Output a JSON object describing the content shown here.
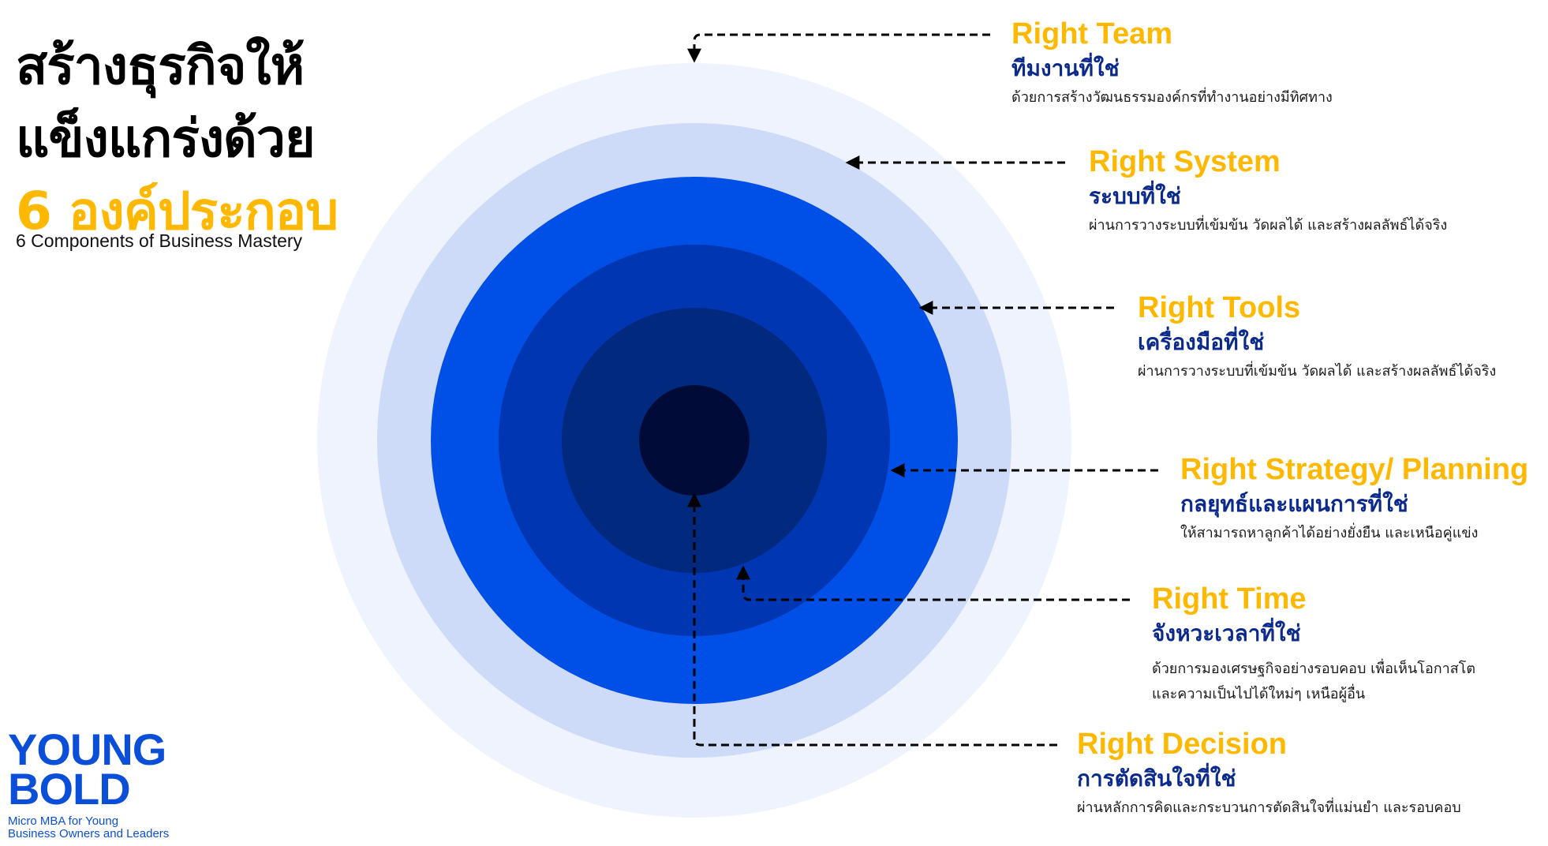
{
  "title": {
    "line1": "สร้างธุรกิจให้",
    "line2": "แข็งแกร่งด้วย",
    "line3": "6 องค์ประกอบ"
  },
  "subtitle": "6 Components of Business Mastery",
  "colors": {
    "title": "#000000",
    "accent": "#FFB800",
    "thai_heading": "#0B2A8C",
    "ring1": "#EEF3FD",
    "ring2": "#CDDBF9",
    "ring3": "#004FE6",
    "ring4": "#0036B2",
    "ring5": "#01297E",
    "core": "#010B38",
    "logo": "#0B4FD9"
  },
  "items": [
    {
      "en": "Right Team",
      "th": "ทีมงานที่ใช่",
      "desc": "ด้วยการสร้างวัฒนธรรมองค์กรที่ทำงานอย่างมีทิศทาง"
    },
    {
      "en": "Right System",
      "th": "ระบบที่ใช่",
      "desc": "ผ่านการวางระบบที่เข้มข้น วัดผลได้ และสร้างผลลัพธ์ได้จริง"
    },
    {
      "en": "Right Tools",
      "th": "เครื่องมือที่ใช่",
      "desc": "ผ่านการวางระบบที่เข้มข้น วัดผลได้ และสร้างผลลัพธ์ได้จริง"
    },
    {
      "en": "Right Strategy/ Planning",
      "th": "กลยุทธ์และแผนการที่ใช่",
      "desc": "ให้สามารถหาลูกค้าได้อย่างยั่งยืน และเหนือคู่แข่ง"
    },
    {
      "en": "Right Time",
      "th": "จังหวะเวลาที่ใช่",
      "desc": "ด้วยการมองเศรษฐกิจอย่างรอบคอบ เพื่อเห็นโอกาสโต",
      "desc2": "และความเป็นไปได้ใหม่ๆ เหนือผู้อื่น"
    },
    {
      "en": "Right Decision",
      "th": "การตัดสินใจที่ใช่",
      "desc": "ผ่านหลักการคิดและกระบวนการตัดสินใจที่แม่นยำ และรอบคอบ"
    }
  ],
  "logo": {
    "line1": "YOUNG",
    "line2": "BOLD",
    "tag1": "Micro MBA for Young",
    "tag2": "Business Owners and Leaders"
  }
}
